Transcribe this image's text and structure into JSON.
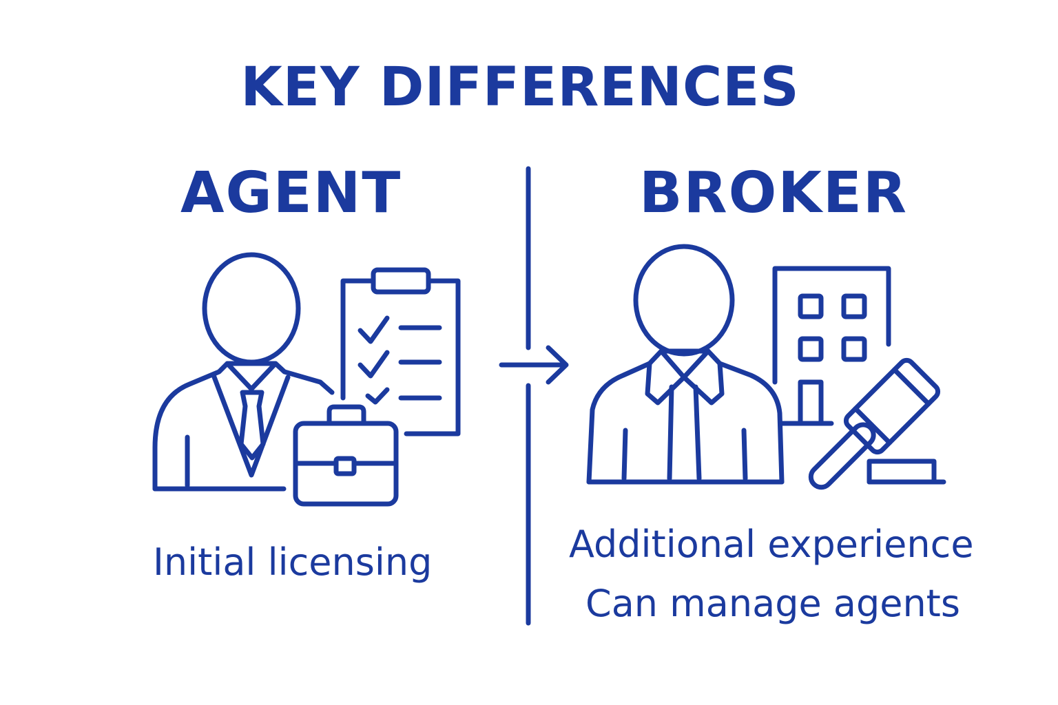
{
  "title": "KEY DIFFERENCES",
  "colors": {
    "primary": "#1b3a9e",
    "background": "#ffffff"
  },
  "agent": {
    "heading": "AGENT",
    "caption": "Initial licensing",
    "icons": [
      "agent-person-icon",
      "clipboard-checklist-icon",
      "briefcase-icon"
    ]
  },
  "broker": {
    "heading": "BROKER",
    "captions": [
      "Additional experience",
      "Can manage agents"
    ],
    "icons": [
      "broker-person-icon",
      "office-building-icon",
      "gavel-icon"
    ]
  },
  "connector": {
    "icon": "arrow-right-icon"
  }
}
